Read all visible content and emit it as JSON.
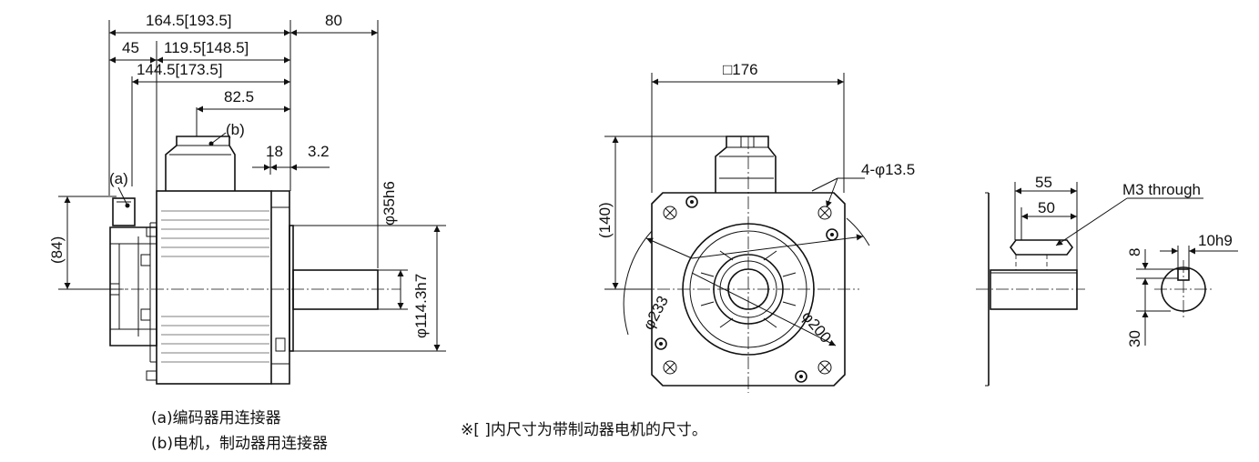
{
  "side_view": {
    "dim_overall": "164.5[193.5]",
    "dim_shaft_length": "80",
    "dim_encoder_cover": "45",
    "dim_body": "119.5[148.5]",
    "dim_flange_ref": "144.5[173.5]",
    "dim_connector": "82.5",
    "dim_flange_thickness": "18",
    "dim_spigot": "3.2",
    "dim_shaft_dia": "φ35h6",
    "dim_spigot_dia": "φ114.3h7",
    "dim_encoder_height": "(84)",
    "label_a": "(a)",
    "label_b": "(b)"
  },
  "front_view": {
    "dim_square": "□176",
    "dim_connector_height": "(140)",
    "dim_holes": "4-φ13.5",
    "dim_pcd": "φ233",
    "dim_flange_dia": "φ200"
  },
  "shaft_detail": {
    "dim_key_length_outer": "55",
    "dim_key_length_inner": "50",
    "label_thread": "M3 through",
    "dim_key_width": "10h9",
    "dim_key_depth": "8",
    "dim_shaft_height": "30"
  },
  "notes": {
    "line_a": "(a)编码器用连接器",
    "line_b": "(b)电机，制动器用连接器",
    "bracket_note": "※[ ]内尺寸为带制动器电机的尺寸。"
  }
}
